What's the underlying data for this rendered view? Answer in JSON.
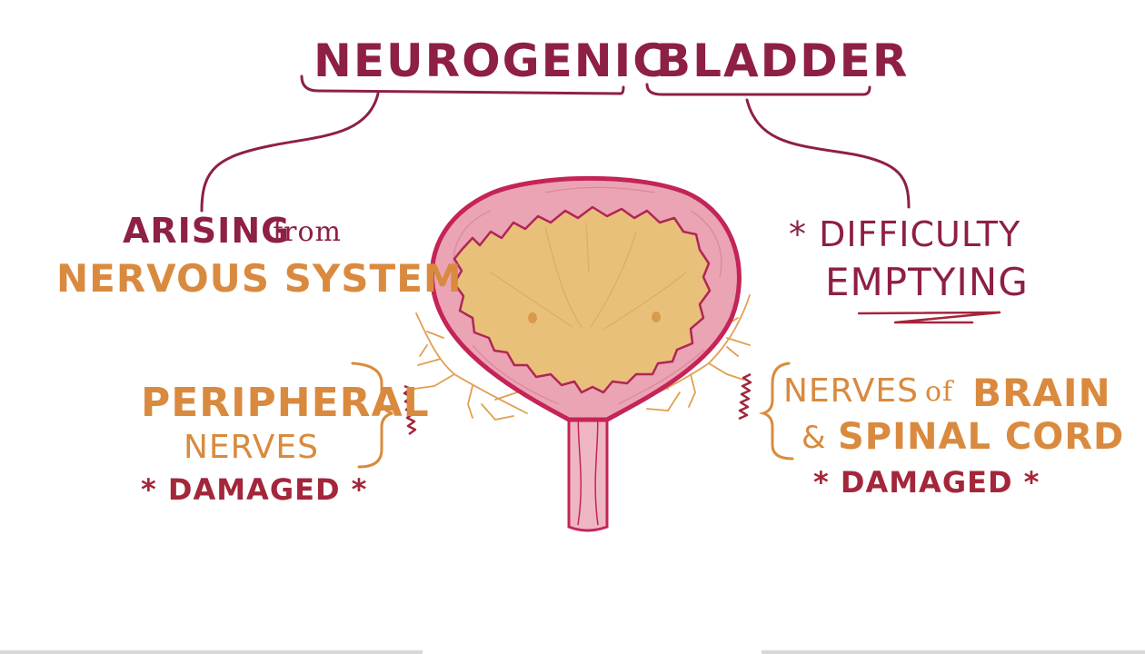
{
  "title": {
    "word1": "NEUROGENIC",
    "word2": "BLADDER"
  },
  "left": {
    "arising": "ARISING",
    "from": "from",
    "nervous_system": "NERVOUS SYSTEM",
    "peripheral": "PERIPHERAL",
    "nerves": "NERVES",
    "damaged": "DAMAGED"
  },
  "right": {
    "difficulty": "DIFFICULTY",
    "emptying": "EMPTYING",
    "nerves": "NERVES",
    "of": "of",
    "brain": "BRAIN",
    "amp": "&",
    "spinal_cord": "SPINAL CORD",
    "damaged": "DAMAGED"
  },
  "star": "*",
  "colors": {
    "maroon": "#8e1f45",
    "crimson": "#a3263a",
    "orange": "#d98a3e",
    "bladder_wall": "#e8a2b2",
    "bladder_outline": "#c42457",
    "urine": "#e9c07a"
  }
}
